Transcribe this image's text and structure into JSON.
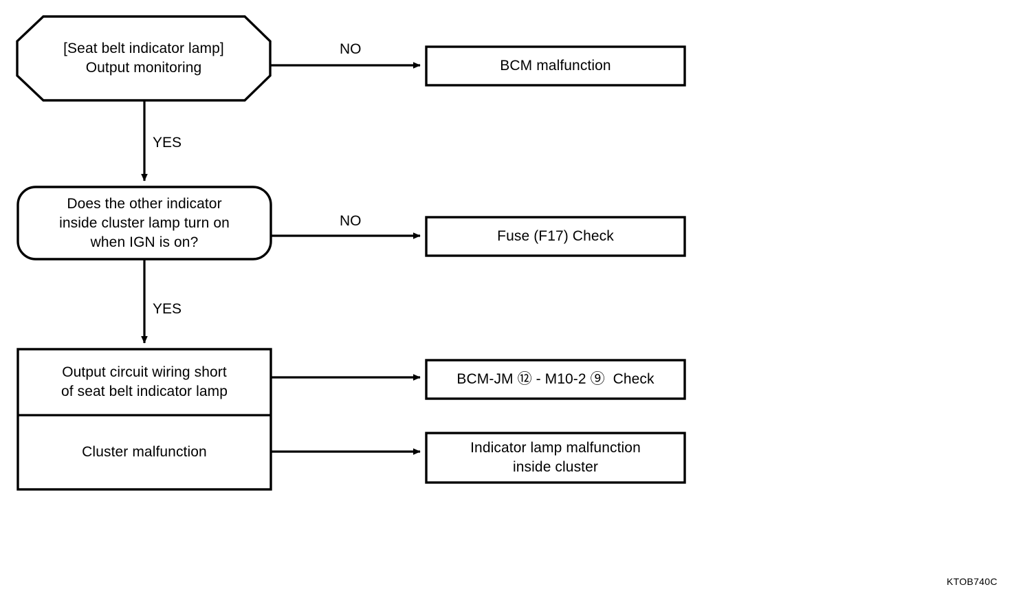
{
  "diagram": {
    "caption": "KTOB740C",
    "line_color": "#000000",
    "background_color": "#ffffff",
    "nodes": [
      {
        "id": "start",
        "shape": "octagon",
        "lines": [
          "[Seat belt indicator lamp]",
          "Output monitoring"
        ]
      },
      {
        "id": "decision",
        "shape": "rounded-rect",
        "lines": [
          "Does the other indicator",
          "inside cluster lamp turn on",
          "when IGN is on?"
        ]
      },
      {
        "id": "result-top",
        "shape": "rect-section",
        "lines": [
          "Output circuit wiring short",
          "of seat belt indicator lamp"
        ]
      },
      {
        "id": "result-bottom",
        "shape": "rect-section",
        "lines": [
          "Cluster malfunction"
        ]
      },
      {
        "id": "out-bcm",
        "shape": "rect",
        "lines": [
          "BCM malfunction"
        ]
      },
      {
        "id": "out-fuse",
        "shape": "rect",
        "lines": [
          "Fuse (F17) Check"
        ]
      },
      {
        "id": "out-connector",
        "shape": "rect",
        "lines": [
          "BCM-JM ⑫ - M10-2 ⑨  Check"
        ]
      },
      {
        "id": "out-indicator",
        "shape": "rect",
        "lines": [
          "Indicator lamp malfunction",
          "inside cluster"
        ]
      }
    ],
    "edges": [
      {
        "id": "start-no",
        "label": "NO",
        "from": "start",
        "to": "out-bcm",
        "direction": "right"
      },
      {
        "id": "start-yes",
        "label": "YES",
        "from": "start",
        "to": "decision",
        "direction": "down"
      },
      {
        "id": "decision-no",
        "label": "NO",
        "from": "decision",
        "to": "out-fuse",
        "direction": "right"
      },
      {
        "id": "decision-yes",
        "label": "YES",
        "from": "decision",
        "to": "result-top",
        "direction": "down"
      },
      {
        "id": "result-top-out",
        "label": "",
        "from": "result-top",
        "to": "out-connector",
        "direction": "right"
      },
      {
        "id": "result-bottom-out",
        "label": "",
        "from": "result-bottom",
        "to": "out-indicator",
        "direction": "right"
      }
    ]
  }
}
